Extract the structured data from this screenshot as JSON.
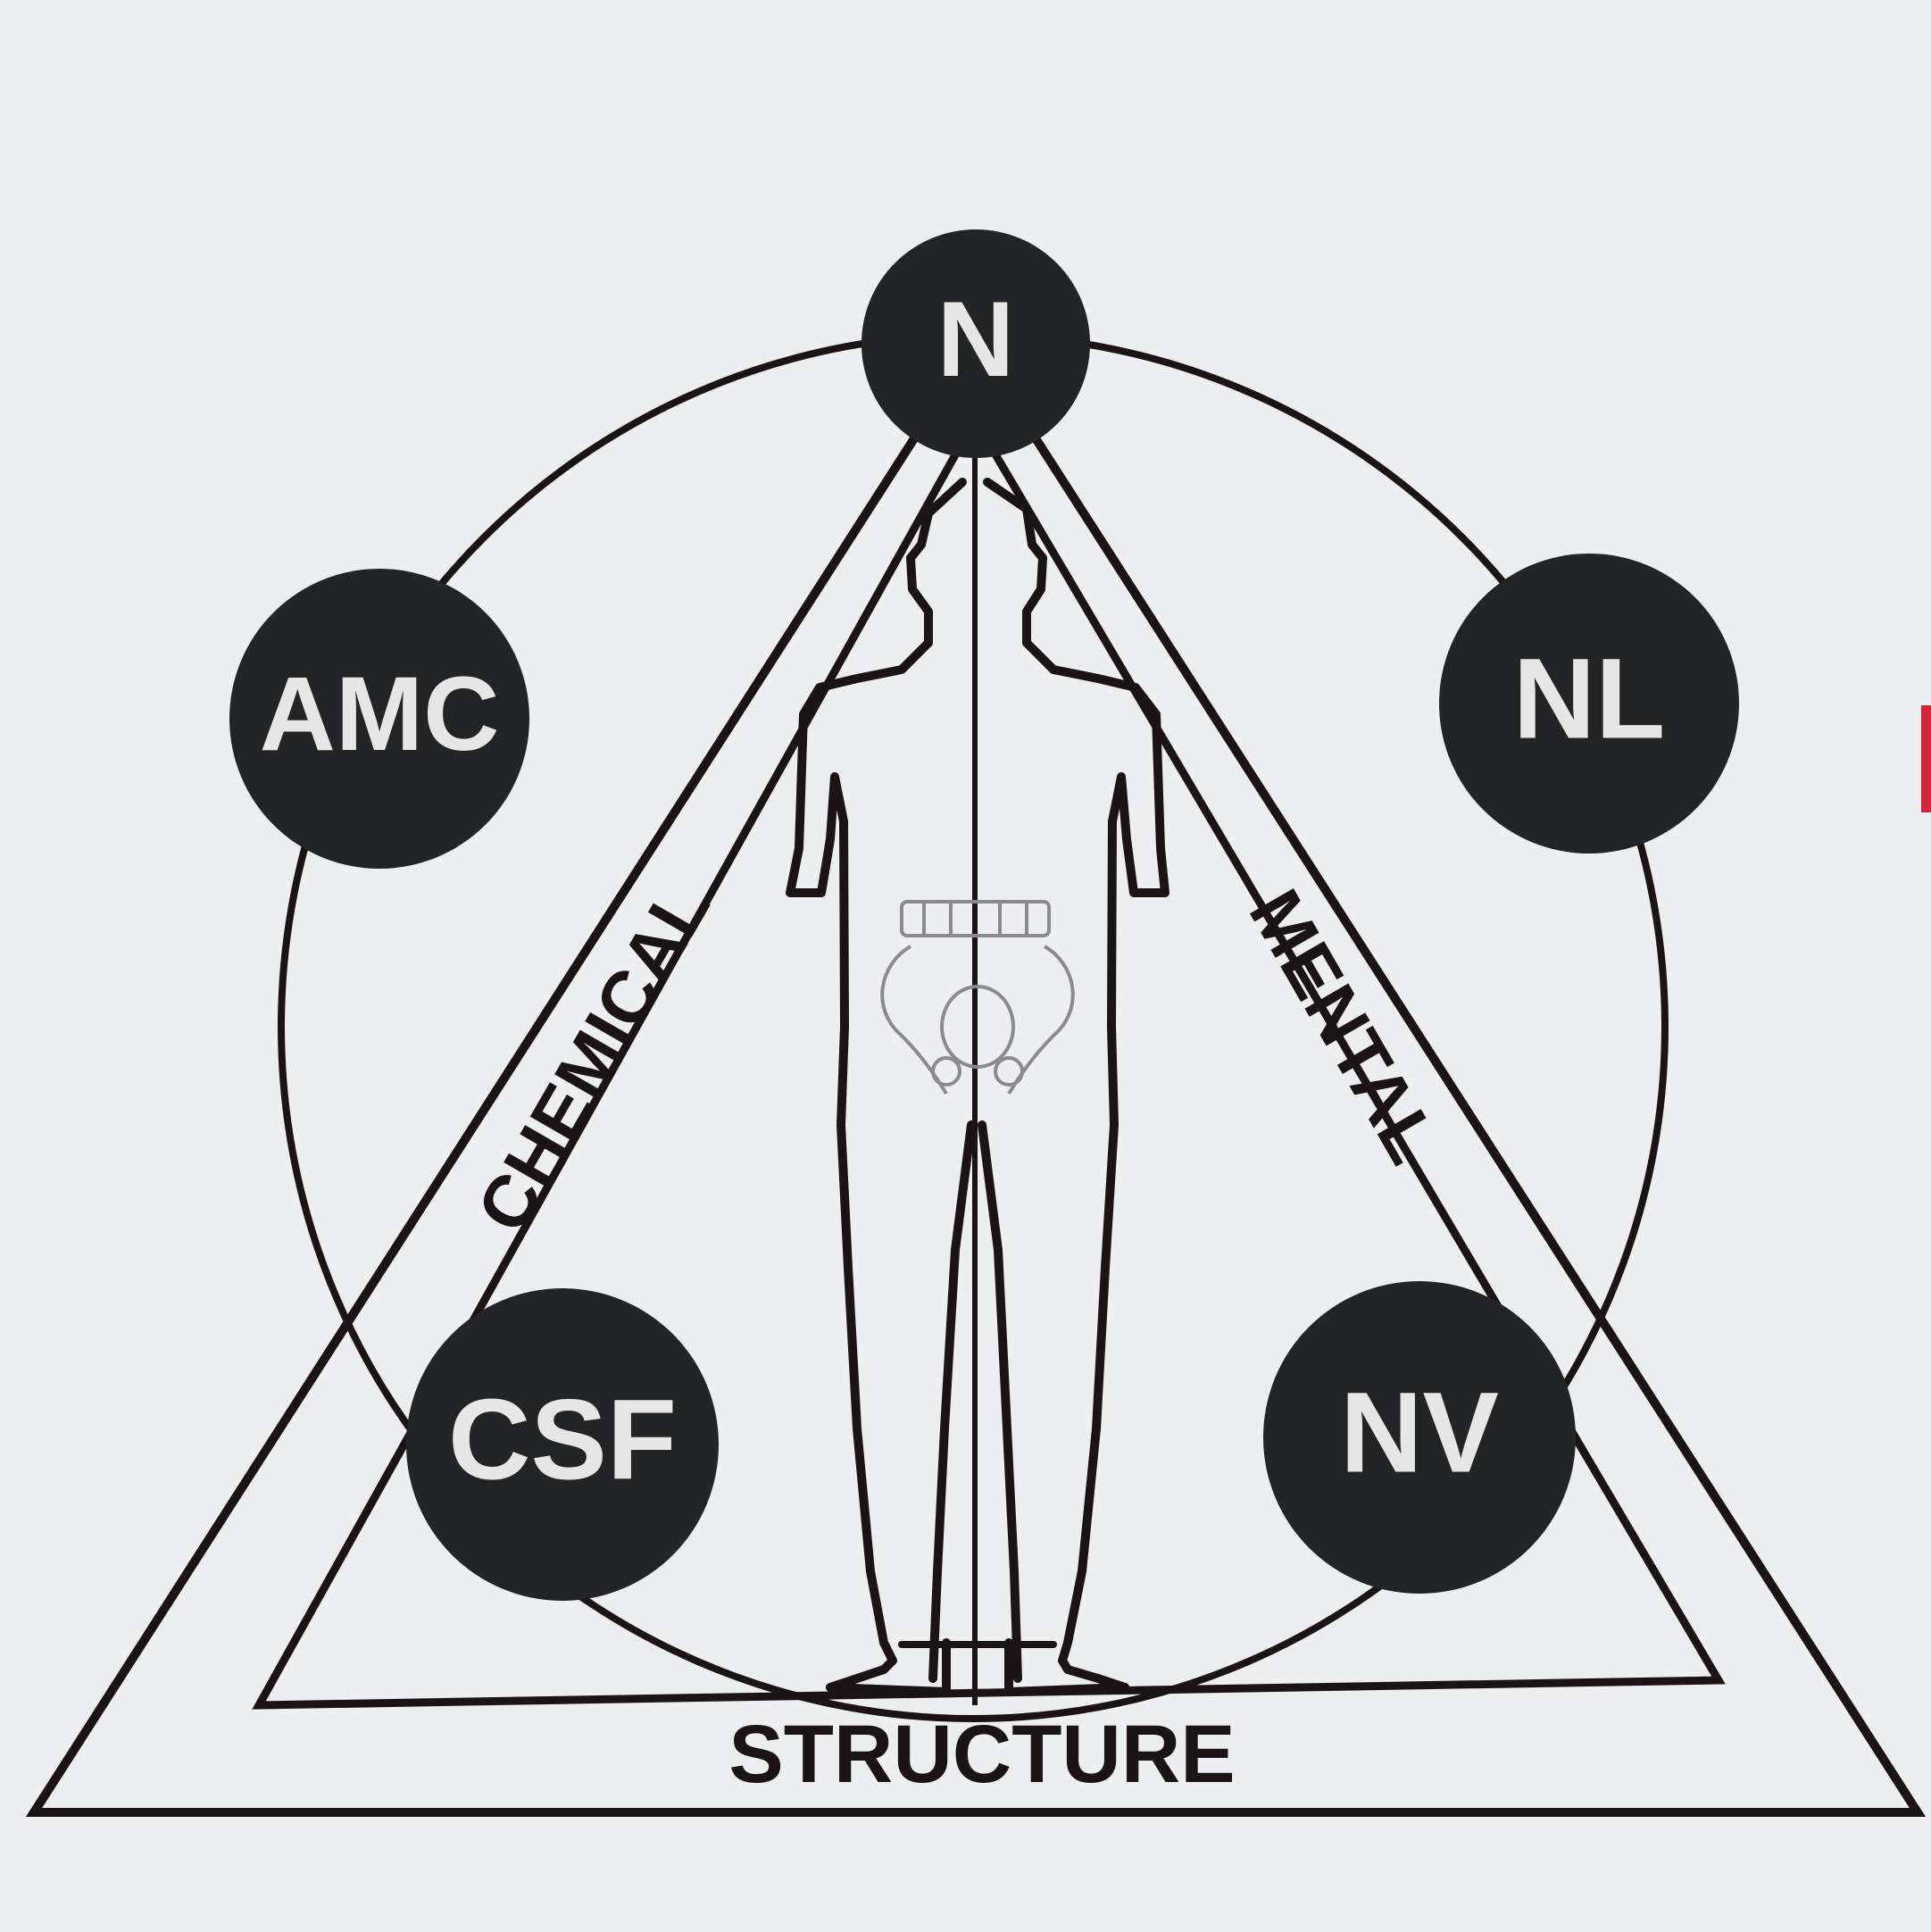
{
  "diagram": {
    "nodes": {
      "top": "N",
      "upper_left": "AMC",
      "upper_right": "NL",
      "lower_left": "CSF",
      "lower_right": "NV"
    },
    "sides": {
      "left": "CHEMICAL",
      "right": "MENTAL",
      "bottom": "STRUCTURE"
    }
  },
  "colors": {
    "background": "#eceef0",
    "ink": "#1a1416",
    "node_fill": "#222426",
    "node_text": "#e6e6e6",
    "accent_edge": "#d6263b"
  }
}
